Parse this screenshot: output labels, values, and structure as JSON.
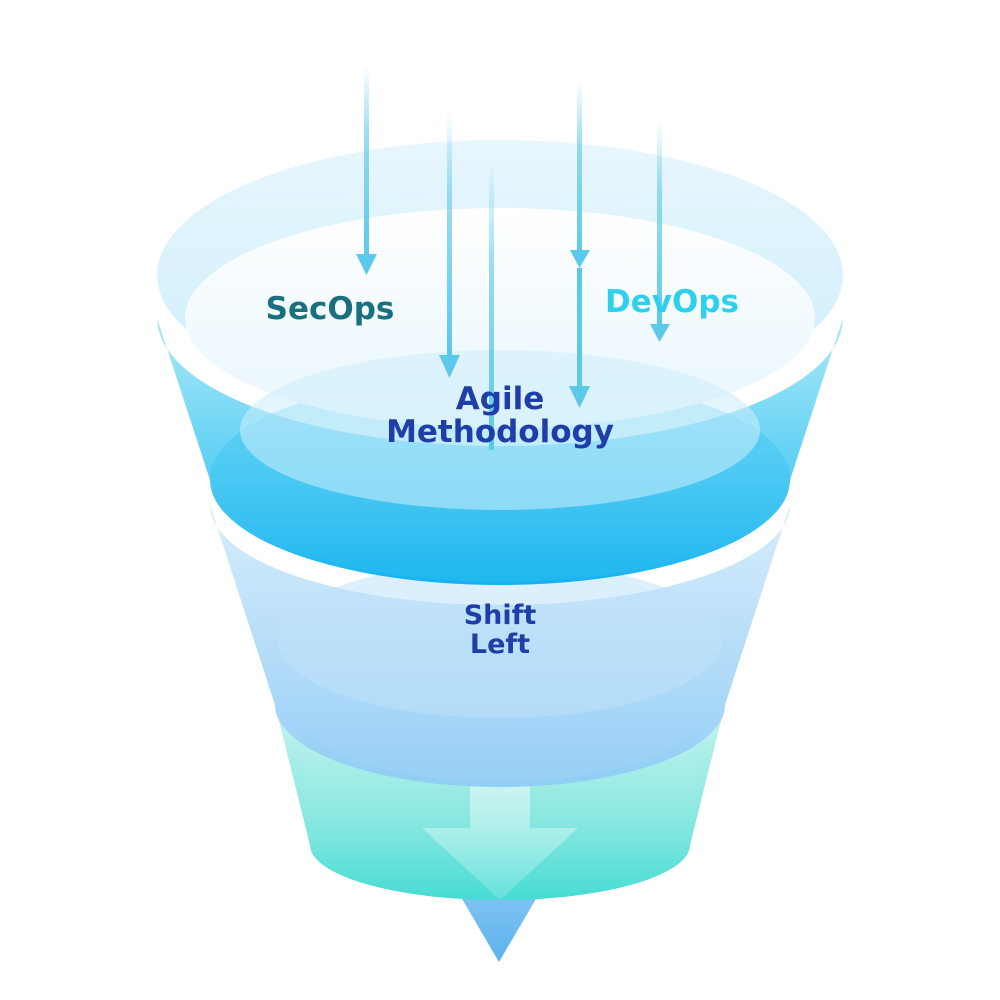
{
  "labels": {
    "secops": "SecOps",
    "devops": "DevOps",
    "agile_line1": "Agile",
    "agile_line2": "Methodology",
    "shift_line1": "Shift",
    "shift_line2": "Left"
  },
  "colors": {
    "secops_text": "#1a6f80",
    "devops_text": "#2fd0ee",
    "center_text": "#1f3ea8",
    "funnel_top": "#14b4f0",
    "funnel_mid": "#8cc8f5",
    "funnel_bottom": "#46dcd2",
    "arrow": "#5cc8ea"
  }
}
